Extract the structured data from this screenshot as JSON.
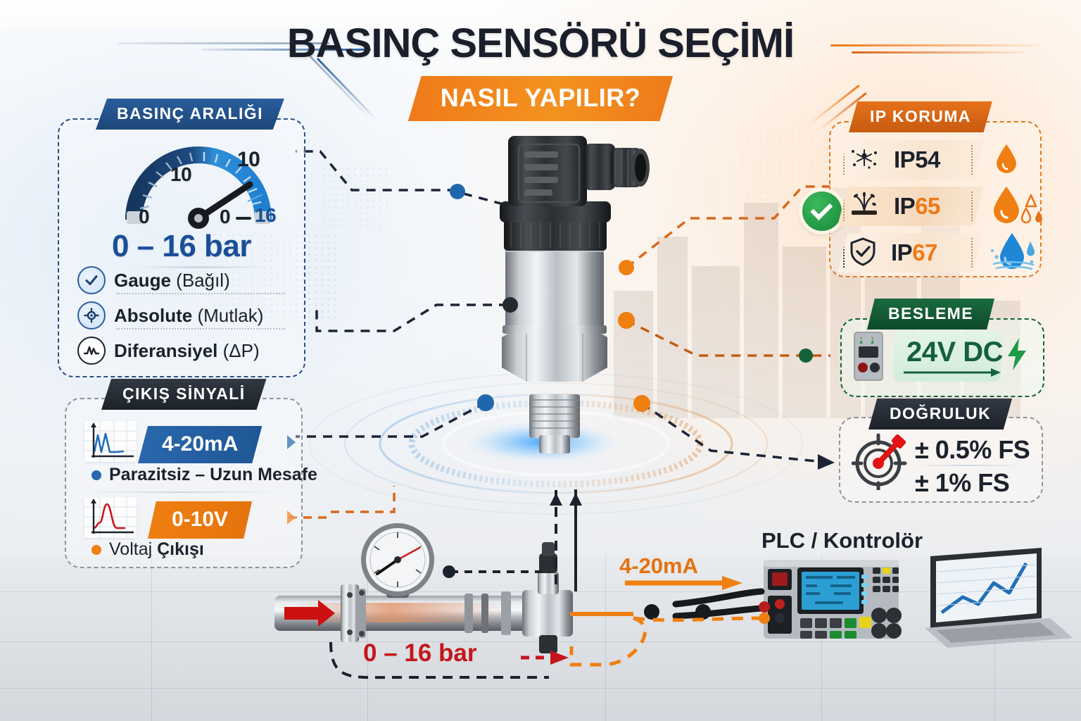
{
  "title": "BASINÇ SENSÖRÜ SEÇİMİ",
  "subtitle": "NASIL YAPILIR?",
  "panels": {
    "pressure_range": {
      "header": "BASINÇ ARALIĞI",
      "gauge": {
        "left_label": "10",
        "right_label": "10",
        "zero_left": "0",
        "zero_mid": "0",
        "max": "16"
      },
      "value": "0 – 16 bar",
      "types": [
        {
          "label_bold": "Gauge",
          "label_light": "(Bağıl)",
          "icon": "check-circle-icon"
        },
        {
          "label_bold": "Absolute",
          "label_light": "(Mutlak)",
          "icon": "gear-circle-icon"
        },
        {
          "label_bold": "Diferansiyel",
          "label_light": "(ΔP)",
          "icon": "waveform-circle-icon"
        }
      ]
    },
    "output_signal": {
      "header": "ÇIKIŞ SİNYALİ",
      "options": [
        {
          "tag": "4-20mA",
          "tag_color": "#2a68ad",
          "desc_bold": "Parazitsiz – Uzun Mesafe",
          "desc_prefix": "",
          "bullet_color": "#2a68ad",
          "chart_icon": "blue-wave-chart-icon"
        },
        {
          "tag": "0-10V",
          "tag_color": "#f07f12",
          "desc_bold": "Çıkışı",
          "desc_prefix": "Voltaj ",
          "bullet_color": "#f07f12",
          "chart_icon": "red-wave-chart-icon"
        }
      ]
    },
    "ip_protection": {
      "header": "IP KORUMA",
      "selected_index": 1,
      "items": [
        {
          "code_prefix": "IP",
          "code_suffix": "54",
          "suffix_highlight": false,
          "icon": "dust-particles-icon",
          "drop": "orange-drop-icon"
        },
        {
          "code_prefix": "IP",
          "code_suffix": "65",
          "suffix_highlight": true,
          "icon": "water-jet-icon",
          "drop": "orange-drop-splash-icon"
        },
        {
          "code_prefix": "IP",
          "code_suffix": "67",
          "suffix_highlight": true,
          "icon": "shield-check-icon",
          "drop": "blue-water-drop-icon"
        }
      ]
    },
    "supply": {
      "header": "BESLEME",
      "value": "24V DC",
      "icon": "power-supply-icon",
      "bolt": "lightning-bolt-icon"
    },
    "accuracy": {
      "header": "DOĞRULUK",
      "icon": "target-dart-icon",
      "values": [
        "± 0.5% FS",
        "± 1% FS"
      ]
    }
  },
  "scene": {
    "plc_label": "PLC / Kontrolör",
    "signal_label": "4-20mA",
    "pipe_label": "0 – 16 bar",
    "sensor": "pressure-transmitter",
    "manometer": "analog-pressure-gauge",
    "laptop": "laptop-with-chart"
  },
  "colors": {
    "blue": "#2a5d9e",
    "orange": "#ef7a18",
    "green": "#15603a",
    "dark": "#1c222c",
    "red": "#c4161c"
  }
}
